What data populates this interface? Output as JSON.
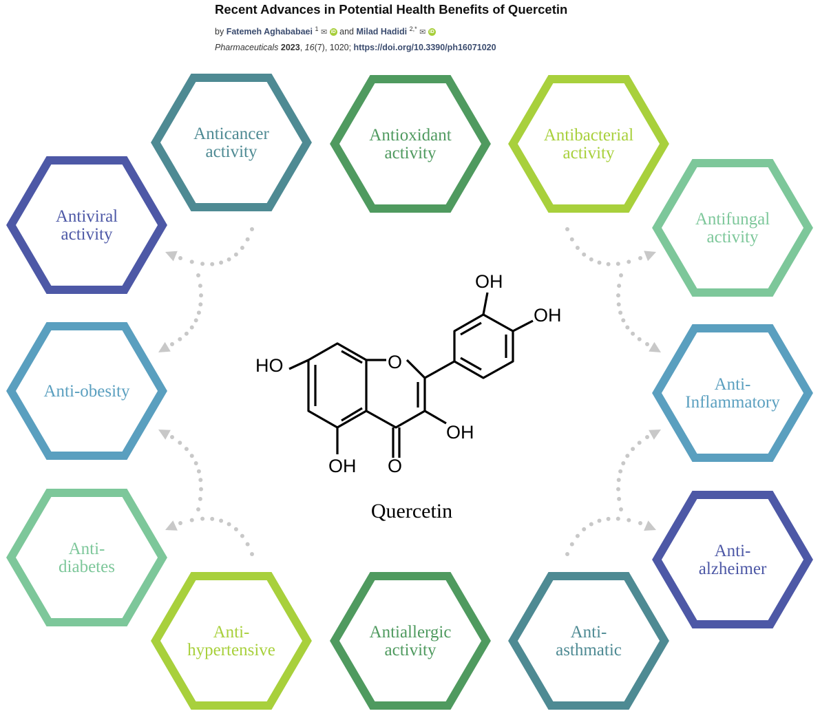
{
  "paper": {
    "title": "Recent Advances in Potential Health Benefits of Quercetin",
    "by": "by",
    "author1": "Fatemeh Aghababaei",
    "author1_sup": "1",
    "and": "and",
    "author2": "Milad Hadidi",
    "author2_sup": "2,*",
    "journal": "Pharmaceuticals",
    "year": "2023",
    "volume": "16",
    "issue": "(7)",
    "article": ", 1020; ",
    "doi": "https://doi.org/10.3390/ph16071020"
  },
  "figure": {
    "center_label": "Quercetin",
    "molecule_groups": [
      "OH",
      "OH",
      "HO",
      "O",
      "OH",
      "OH",
      "O"
    ],
    "activities": [
      {
        "id": "anticancer",
        "lines": [
          "Anticancer",
          "activity"
        ],
        "color": "#4e8a93"
      },
      {
        "id": "antioxidant",
        "lines": [
          "Antioxidant",
          "activity"
        ],
        "color": "#4f9a5f"
      },
      {
        "id": "antibacterial",
        "lines": [
          "Antibacterial",
          "activity"
        ],
        "color": "#a8d03c"
      },
      {
        "id": "antiviral",
        "lines": [
          "Antiviral",
          "activity"
        ],
        "color": "#4d58a6"
      },
      {
        "id": "antifungal",
        "lines": [
          "Antifungal",
          "activity"
        ],
        "color": "#7dc79a"
      },
      {
        "id": "anti-obesity",
        "lines": [
          "Anti-obesity"
        ],
        "color": "#5a9fbf"
      },
      {
        "id": "anti-inflammatory",
        "lines": [
          "Anti-",
          "Inflammatory"
        ],
        "color": "#5a9fbf"
      },
      {
        "id": "anti-diabetes",
        "lines": [
          "Anti-",
          "diabetes"
        ],
        "color": "#7dc79a"
      },
      {
        "id": "anti-alzheimer",
        "lines": [
          "Anti-",
          "alzheimer"
        ],
        "color": "#4d58a6"
      },
      {
        "id": "anti-hypertensive",
        "lines": [
          "Anti-",
          "hypertensive"
        ],
        "color": "#a8d03c"
      },
      {
        "id": "antiallergic",
        "lines": [
          "Antiallergic",
          "activity"
        ],
        "color": "#4f9a5f"
      },
      {
        "id": "anti-asthmatic",
        "lines": [
          "Anti-",
          "asthmatic"
        ],
        "color": "#4e8a93"
      }
    ]
  }
}
